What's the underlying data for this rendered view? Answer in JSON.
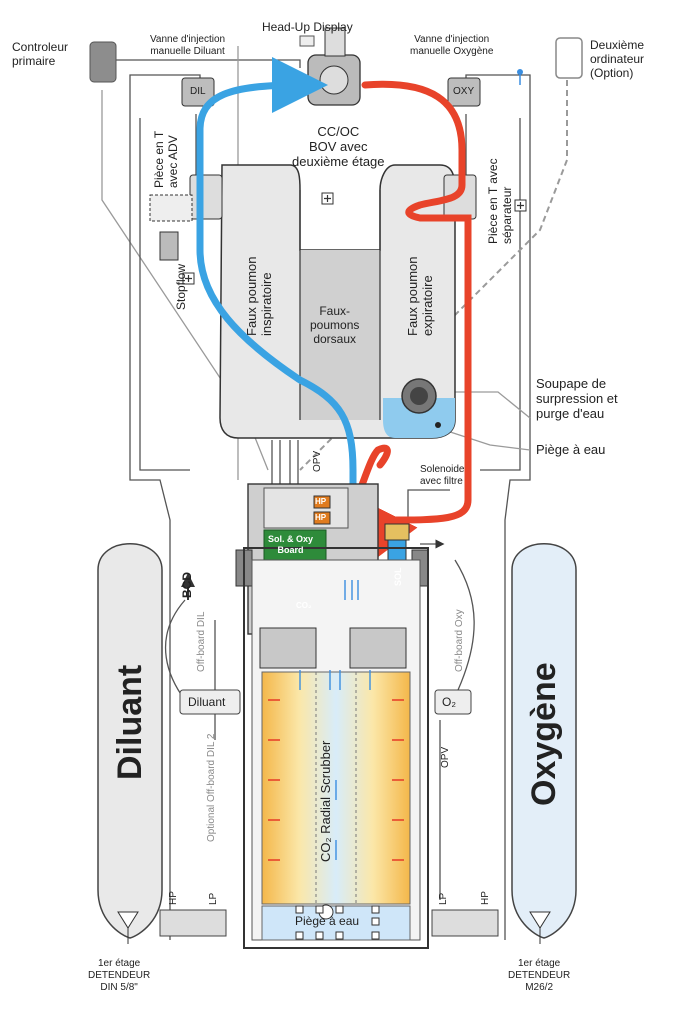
{
  "labels": {
    "controleur": "Controleur\nprimaire",
    "hud": "Head-Up Display",
    "vanne_dil": "Vanne d'injection\nmanuelle Diluant",
    "vanne_oxy": "Vanne d'injection\nmanuelle Oxygène",
    "deuxieme_ordi": "Deuxième\nordinateur\n(Option)",
    "dil_box": "DIL",
    "oxy_box": "OXY",
    "bov": "CC/OC\nBOV avec\ndeuxième étage",
    "piece_t_adv": "Pièce en T\navec ADV",
    "piece_t_sep": "Pièce en T avec\nséparateur",
    "stopflow": "Stopflow",
    "faux_insp": "Faux poumon\ninspiratoire",
    "faux_dors": "Faux-\npoumons\ndorsaux",
    "faux_exp": "Faux poumon\nexpiratoire",
    "soupape": "Soupape de\nsurpression et\npurge d'eau",
    "piege_eau": "Piège à eau",
    "opv_top": "OPV",
    "solenoide": "Solenoide\navec filtre",
    "hp1": "HP",
    "hp2": "HP",
    "sol_board": "Sol. & Oxy\nBoard",
    "sol": "SOL",
    "co2": "CO₂",
    "bcd": "BCD",
    "offboard_dil": "Off-board DIL",
    "offboard_oxy": "Off-board Oxy",
    "diluant_block": "Diluant",
    "o2_block": "O₂",
    "opv_side": "OPV",
    "optional_dil2": "Optional Off-board DIL 2",
    "scrubber": "CO₂ Radial Scrubber",
    "piege_bottom": "Piège à eau",
    "hp_left": "HP",
    "lp_left": "LP",
    "lp_right": "LP",
    "hp_right": "HP",
    "etage_left": "1er étage\nDETENDEUR\nDIN 5/8\"",
    "etage_right": "1er étage\nDETENDEUR\nM26/2",
    "tank_dil": "Diluant",
    "tank_oxy": "Oxygène"
  },
  "colors": {
    "inhale": "#3aa3e3",
    "exhale": "#e8432a",
    "line": "#555555",
    "grey_line": "#9a9a9a",
    "lung_fill": "#e8e8e8",
    "dorsal_fill": "#d0d0d0",
    "tank_dil_fill": "#e9e9e9",
    "tank_oxy_fill": "#e3eef8",
    "board_green": "#2e8b3a",
    "hp_orange": "#e07b1e",
    "water": "#8fcbee"
  }
}
